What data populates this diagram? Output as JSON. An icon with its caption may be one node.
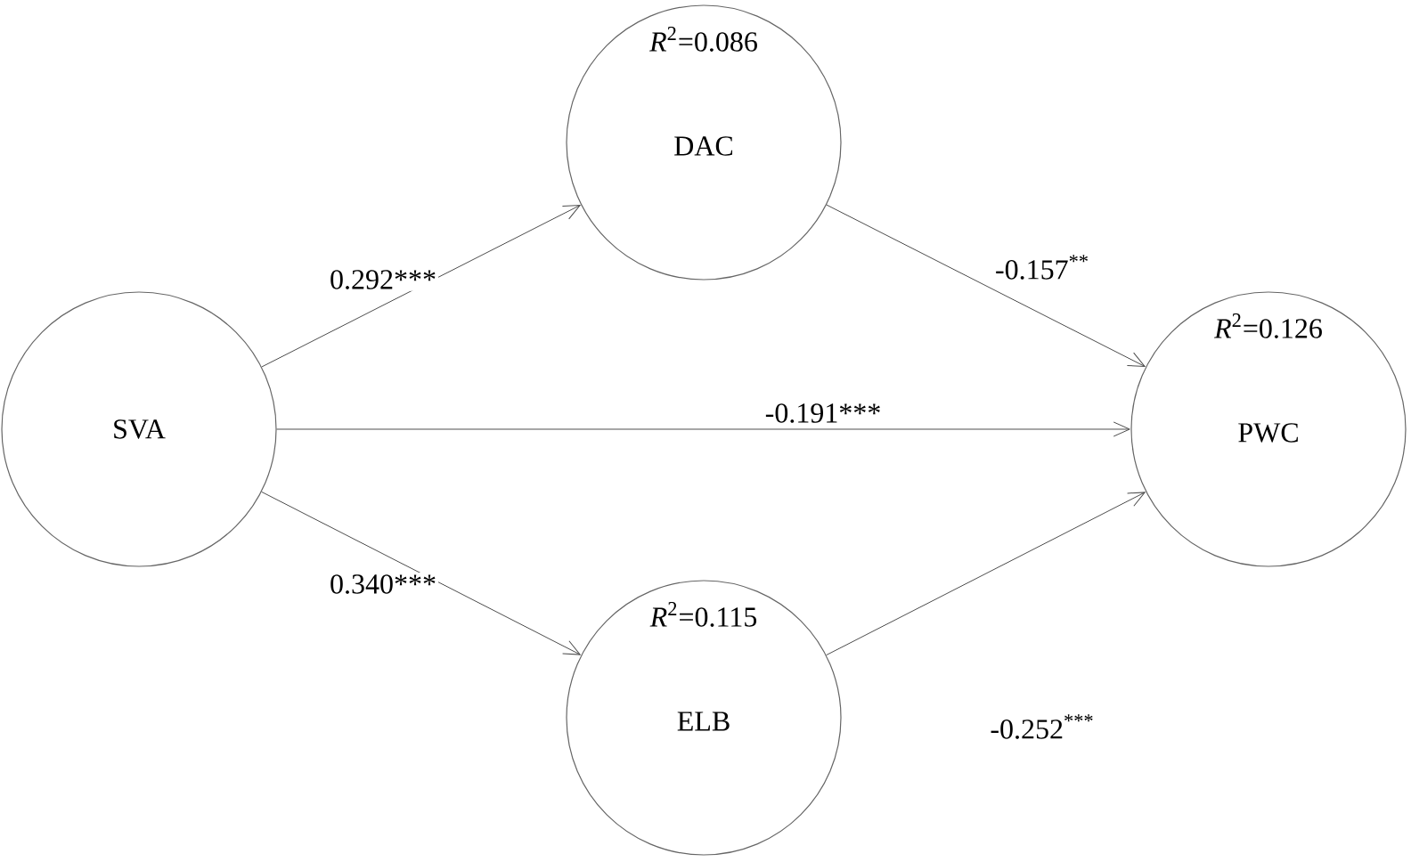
{
  "diagram": {
    "nodes": [
      {
        "text": [
          "SVA"
        ]
      },
      {
        "text": [
          "*R*$^{2}$=0.086",
          "DAC"
        ]
      },
      {
        "text": [
          "*R*$^{2}$=0.115",
          "ELB"
        ]
      },
      {
        "text": [
          "*R*$^{2}$=0.126",
          "PWC"
        ]
      }
    ],
    "edges": [
      {
        "from": 0,
        "to": 1,
        "arrow": "to",
        "label": "0.292***"
      },
      {
        "from": 0,
        "to": 3,
        "arrow": "to",
        "label": "-0.191***"
      },
      {
        "from": 0,
        "to": 2,
        "arrow": "to",
        "label": "0.340***"
      },
      {
        "from": 1,
        "to": 3,
        "arrow": "to",
        "label": "-0.157$^{**}$"
      },
      {
        "from": 2,
        "to": 3,
        "arrow": "to",
        "label": "-0.252$^{***}$"
      }
    ]
  }
}
